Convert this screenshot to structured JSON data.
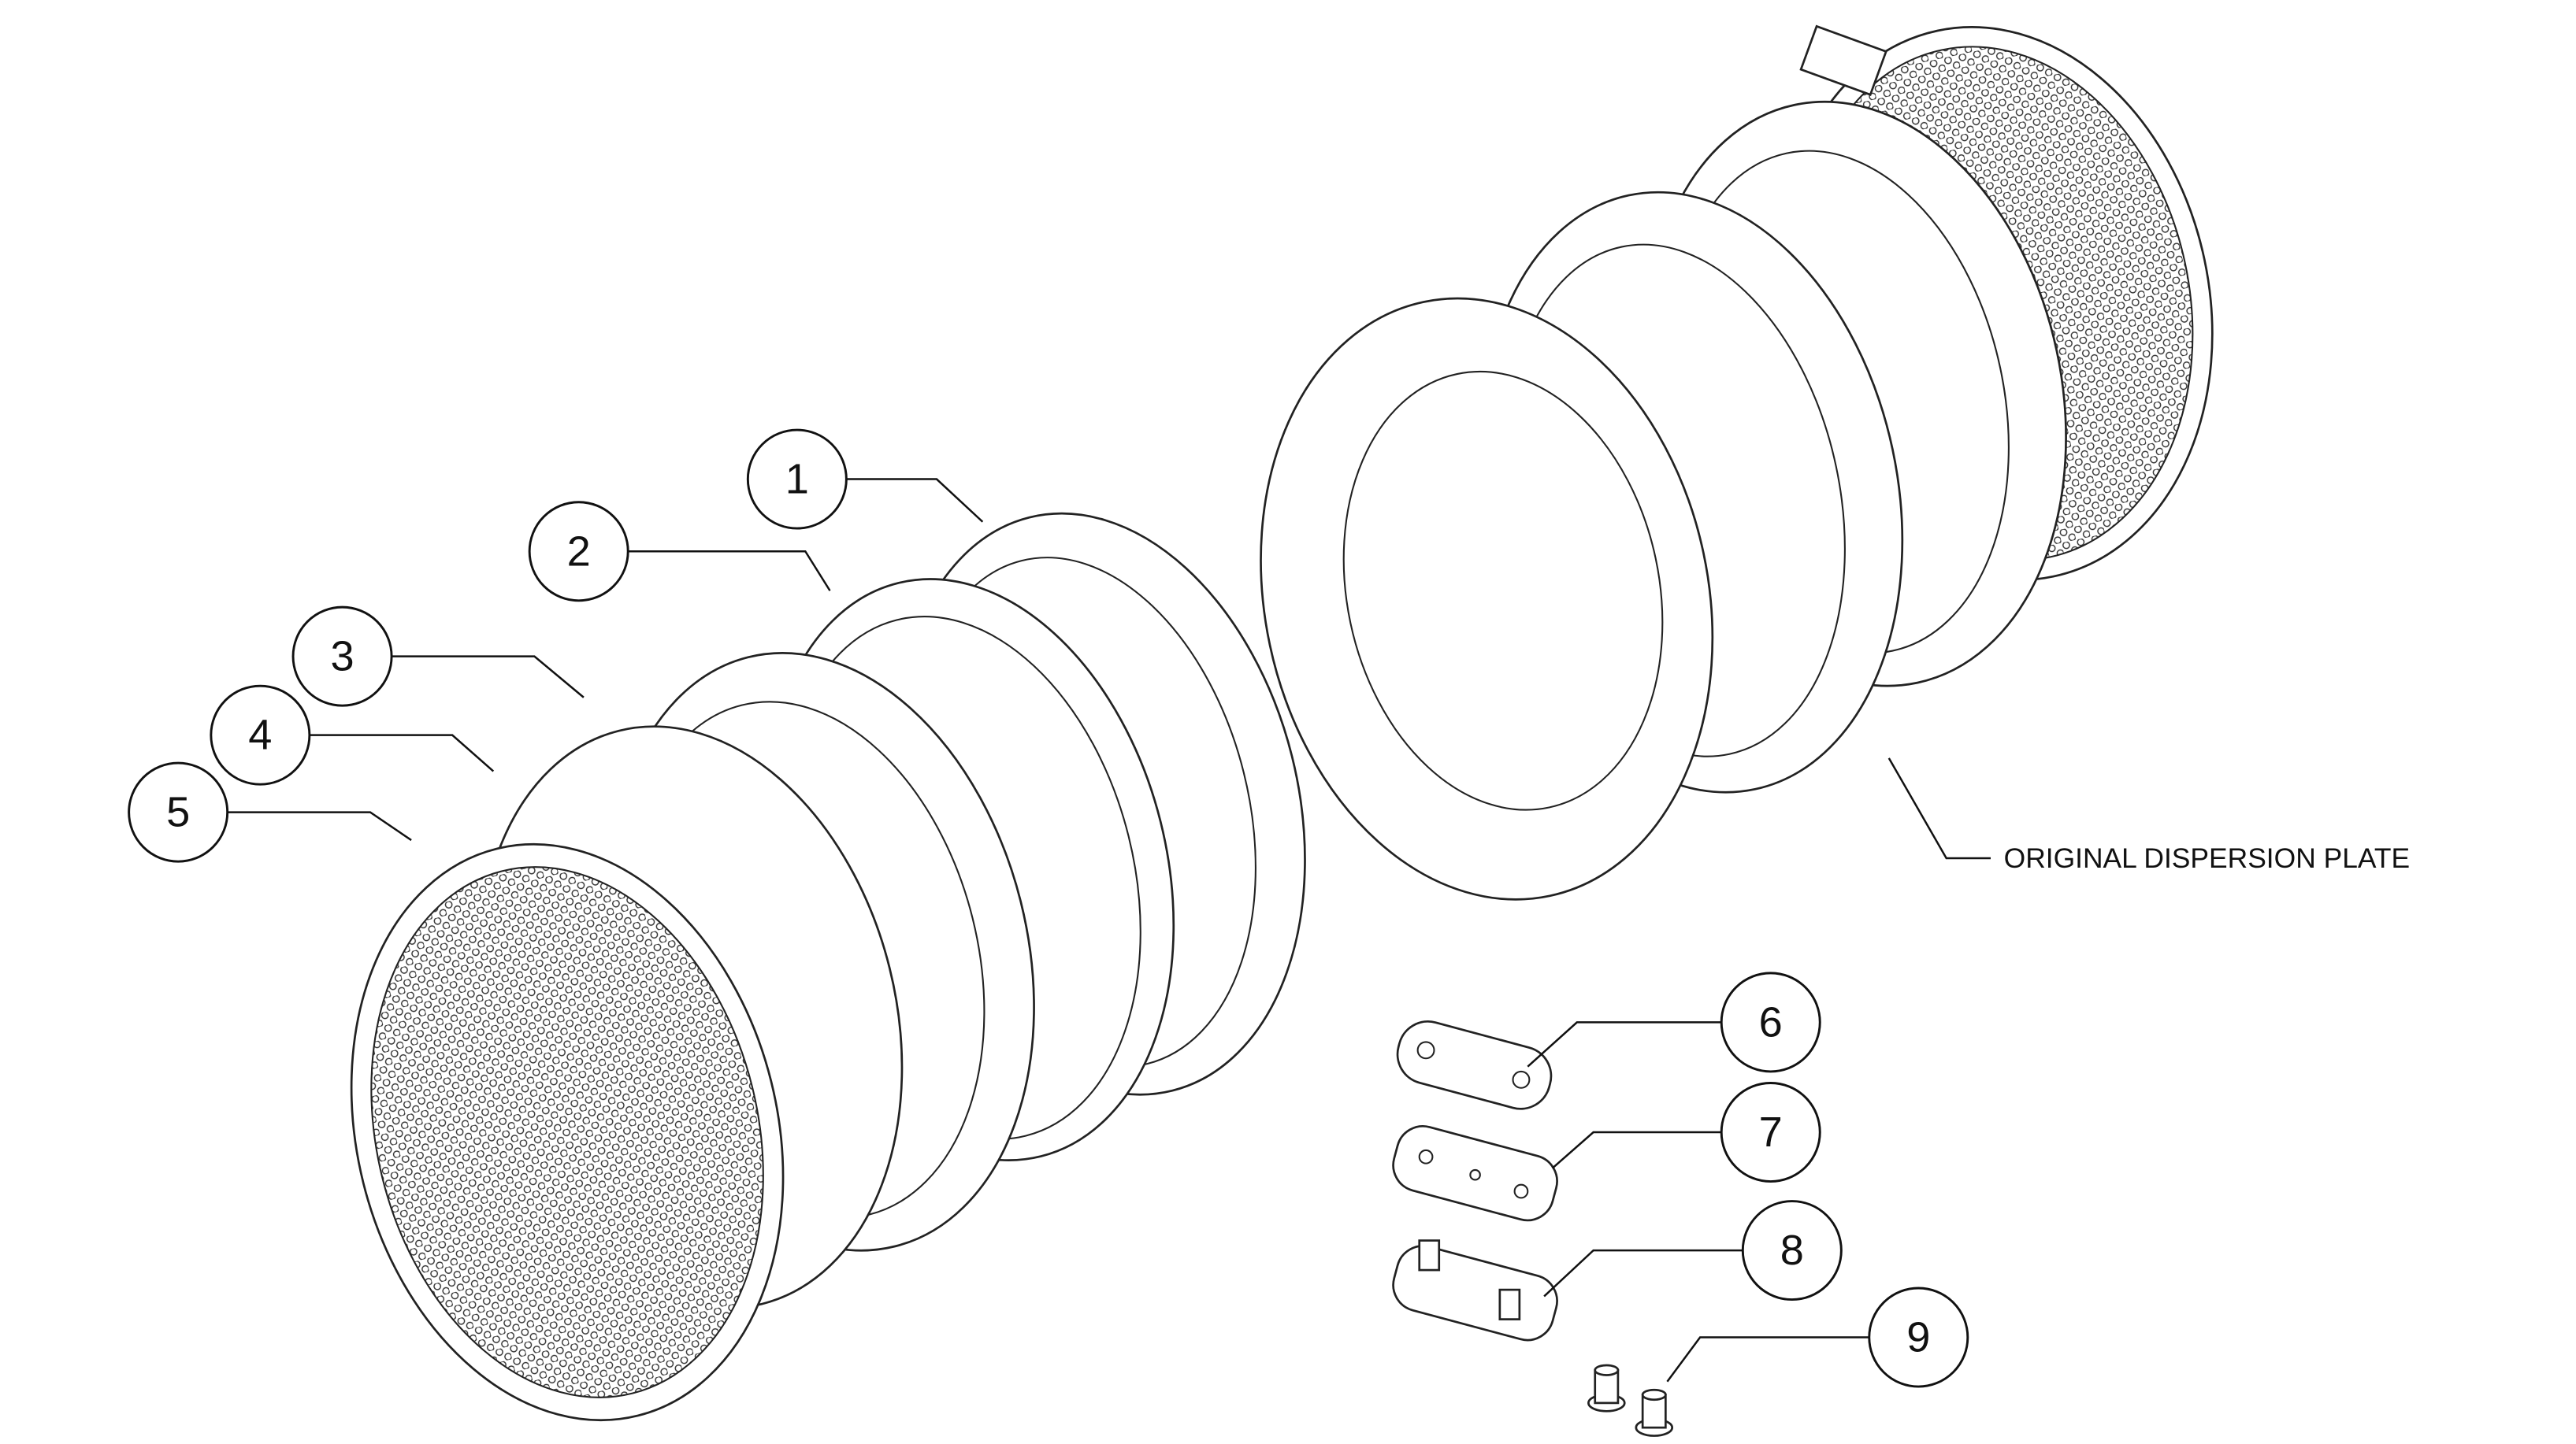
{
  "callouts": [
    {
      "number": "1"
    },
    {
      "number": "2"
    },
    {
      "number": "3"
    },
    {
      "number": "4"
    },
    {
      "number": "5"
    },
    {
      "number": "6"
    },
    {
      "number": "7"
    },
    {
      "number": "8"
    },
    {
      "number": "9"
    }
  ],
  "labels": {
    "original_plate": "ORIGINAL DISPERSION PLATE"
  }
}
